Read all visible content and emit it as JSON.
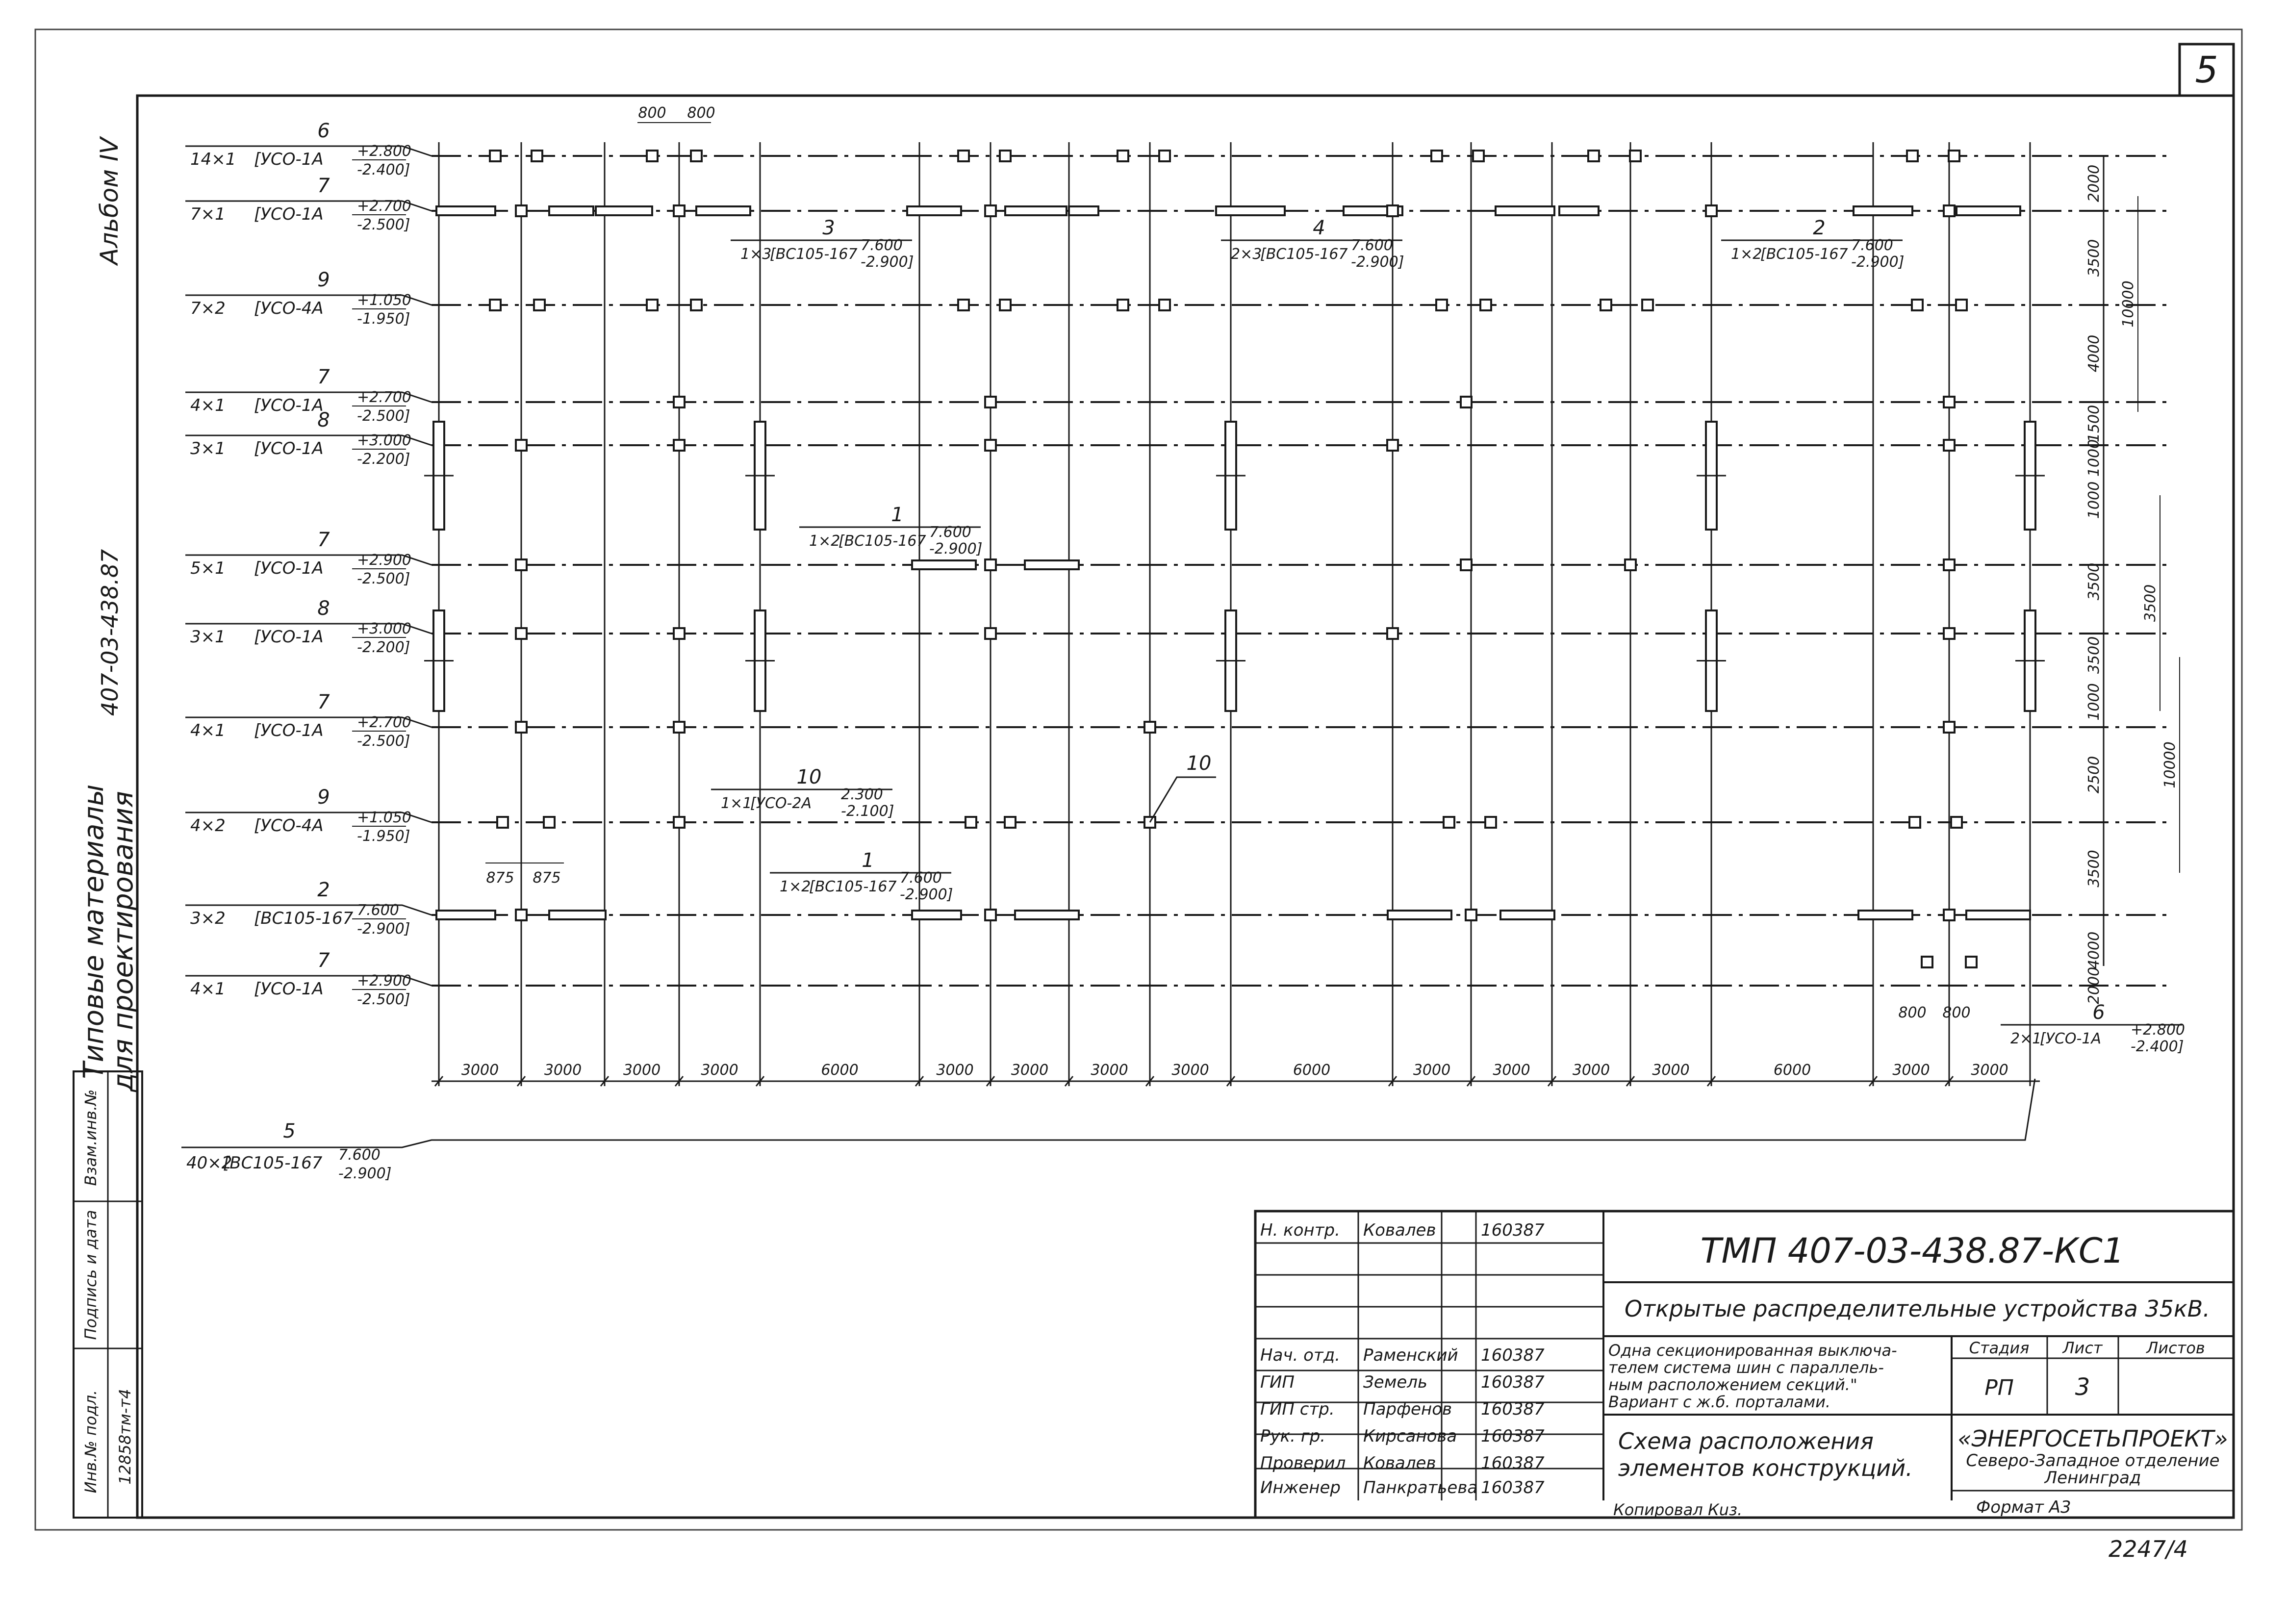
{
  "sheet_number": "5",
  "margin": {
    "album": "Альбом IV",
    "doc_code": "407-03-438.87",
    "title_line1": "Типовые материалы",
    "title_line2": "для проектирования",
    "stamp_labels": [
      "Инв.№ подл.",
      "Подпись и дата",
      "Взам.инв.№"
    ],
    "inv_number": "12858тм-т4"
  },
  "rows": [
    {
      "num": "6",
      "qty": "14×1",
      "type": "УСО-1А",
      "plus": "+2.800",
      "minus": "-2.400"
    },
    {
      "num": "7",
      "qty": "7×1",
      "type": "УСО-1А",
      "plus": "+2.700",
      "minus": "-2.500"
    },
    {
      "num": "9",
      "qty": "7×2",
      "type": "УСО-4А",
      "plus": "+1.050",
      "minus": "-1.950"
    },
    {
      "num": "7",
      "qty": "4×1",
      "type": "УСО-1А",
      "plus": "+2.700",
      "minus": "-2.500"
    },
    {
      "num": "8",
      "qty": "3×1",
      "type": "УСО-1А",
      "plus": "+3.000",
      "minus": "-2.200"
    },
    {
      "num": "7",
      "qty": "5×1",
      "type": "УСО-1А",
      "plus": "+2.900",
      "minus": "-2.500"
    },
    {
      "num": "8",
      "qty": "3×1",
      "type": "УСО-1А",
      "plus": "+3.000",
      "minus": "-2.200"
    },
    {
      "num": "7",
      "qty": "4×1",
      "type": "УСО-1А",
      "plus": "+2.700",
      "minus": "-2.500"
    },
    {
      "num": "9",
      "qty": "4×2",
      "type": "УСО-4А",
      "plus": "+1.050",
      "minus": "-1.950"
    },
    {
      "num": "2",
      "qty": "3×2",
      "type": "ВС105-167",
      "plus": "7.600",
      "minus": "-2.900"
    },
    {
      "num": "7",
      "qty": "4×1",
      "type": "УСО-1А",
      "plus": "+2.900",
      "minus": "-2.500"
    }
  ],
  "bottom_label": {
    "num": "5",
    "qty": "40×2",
    "type": "ВС105-167",
    "plus": "7.600",
    "minus": "-2.900"
  },
  "callouts": [
    {
      "num": "3",
      "qty": "1×3",
      "type": "ВС105-167",
      "plus": "7.600",
      "minus": "-2.900"
    },
    {
      "num": "4",
      "qty": "2×3",
      "type": "ВС105-167",
      "plus": "7.600",
      "minus": "-2.900"
    },
    {
      "num": "2",
      "qty": "1×2",
      "type": "ВС105-167",
      "plus": "7.600",
      "minus": "-2.900"
    },
    {
      "num": "1",
      "qty": "1×2",
      "type": "ВС105-167",
      "plus": "7.600",
      "minus": "-2.900"
    },
    {
      "num": "10",
      "qty": "1×1",
      "type": "УСО-2А",
      "plus": "2.300",
      "minus": "-2.100"
    },
    {
      "num": "1",
      "qty": "1×2",
      "type": "ВС105-167",
      "plus": "7.600",
      "minus": "-2.900"
    },
    {
      "num": "6",
      "qty": "2×1",
      "type": "УСО-1А",
      "plus": "+2.800",
      "minus": "-2.400"
    }
  ],
  "callout_10b": "10",
  "top_dims": [
    "800",
    "800"
  ],
  "mid_dims": [
    "875",
    "875"
  ],
  "low_dims": [
    "800",
    "800"
  ],
  "bottom_dims": [
    "3000",
    "3000",
    "3000",
    "3000",
    "6000",
    "3000",
    "3000",
    "3000",
    "3000",
    "6000",
    "3000",
    "3000",
    "3000",
    "3000",
    "6000",
    "3000",
    "3000"
  ],
  "right_dims": [
    "2000",
    "3500",
    "4000",
    "1500",
    "1000",
    "1000",
    "3500",
    "3500",
    "1000",
    "2500",
    "3500",
    "4000",
    "2000"
  ],
  "right_totals": [
    "10000",
    "3500",
    "10000"
  ],
  "title_block": {
    "roles": [
      "Н. контр.",
      "",
      "",
      "Нач. отд.",
      "ГИП",
      "ГИП стр.",
      "Рук. гр.",
      "Проверил",
      "Инженер"
    ],
    "names": [
      "Ковалев",
      "",
      "",
      "Раменский",
      "Земель",
      "Парфенов",
      "Кирсанова",
      "Ковалев",
      "Панкратьева"
    ],
    "dates": [
      "160387",
      "",
      "",
      "160387",
      "160387",
      "160387",
      "160387",
      "160387",
      "160387"
    ],
    "designation": "ТМП 407-03-438.87-КС1",
    "project_title": "Открытые распределительные устройства 35кВ.",
    "description_lines": [
      "Одна секционированная выключа-",
      "телем система шин с параллель-",
      "ным расположением секций.\"",
      "Вариант с ж.б. порталами."
    ],
    "drawing_title_lines": [
      "Схема расположения",
      "элементов конструкций."
    ],
    "stage_header": "Стадия",
    "sheet_header": "Лист",
    "sheets_header": "Листов",
    "stage": "РП",
    "sheet": "3",
    "org_name": "«ЭНЕРГОСЕТЬПРОЕКТ»",
    "org_branch": "Северо-Западное отделение",
    "org_city": "Ленинград"
  },
  "copied": "Копировал  Кuз.",
  "format": "Формат А3",
  "handwritten_number": "2247/4"
}
